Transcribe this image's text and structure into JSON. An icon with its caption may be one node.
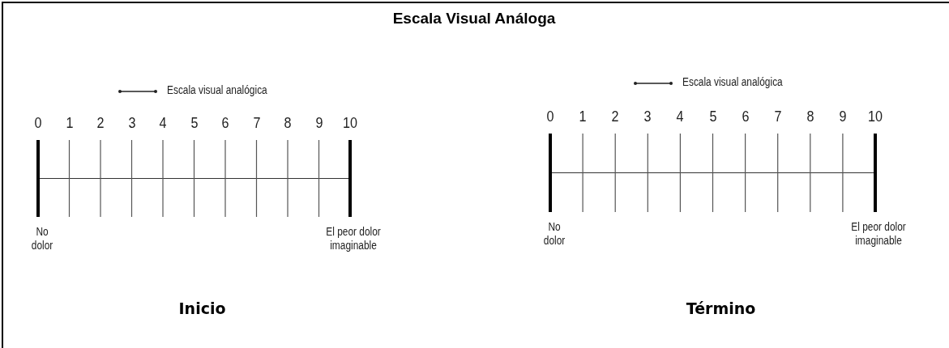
{
  "diagram": {
    "title": "Escala Visual Análoga",
    "labels": [
      "0",
      "1",
      "2",
      "3",
      "4",
      "5",
      "6",
      "7",
      "8",
      "9",
      "10",
      "No dolor",
      "El peor dolor imaginable",
      "Inicio",
      "0",
      "1",
      "2",
      "3",
      "4",
      "5",
      "6",
      "7",
      "8",
      "9",
      "10",
      "No dolor",
      "El peor dolor imaginable",
      "Término"
    ],
    "legend": [
      {
        "text": "Escala visual analógica"
      },
      {
        "text": "Escala visual analógica"
      }
    ]
  }
}
